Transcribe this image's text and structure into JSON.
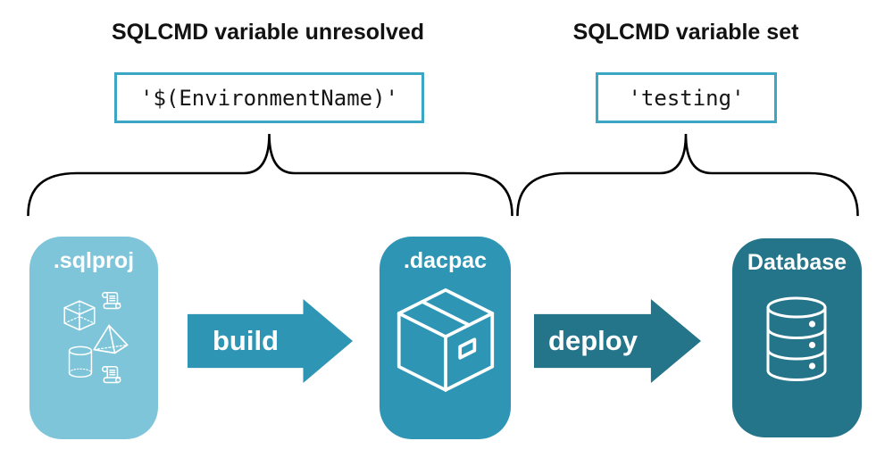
{
  "annotations": {
    "left": {
      "title": "SQLCMD variable unresolved",
      "code": "'$(EnvironmentName)'"
    },
    "right": {
      "title": "SQLCMD variable set",
      "code": "'testing'"
    }
  },
  "pipeline": {
    "sqlproj_label": ".sqlproj",
    "build_label": "build",
    "dacpac_label": ".dacpac",
    "deploy_label": "deploy",
    "database_label": "Database"
  },
  "icons": {
    "sqlproj": [
      "script-scroll-icon",
      "cube-icon",
      "pyramid-icon",
      "cylinder-icon",
      "script-scroll-icon"
    ],
    "dacpac": "package-box-icon",
    "database": "database-cylinder-icon"
  },
  "colors": {
    "sqlproj_fill": "#7EC5DA",
    "dacpac_fill": "#2E96B4",
    "database_fill": "#24748A",
    "build_arrow": "#2E96B4",
    "deploy_arrow": "#24748A",
    "code_box_border": "#3BA7C4",
    "brace_stroke": "#000000",
    "heading_text": "#121212"
  }
}
